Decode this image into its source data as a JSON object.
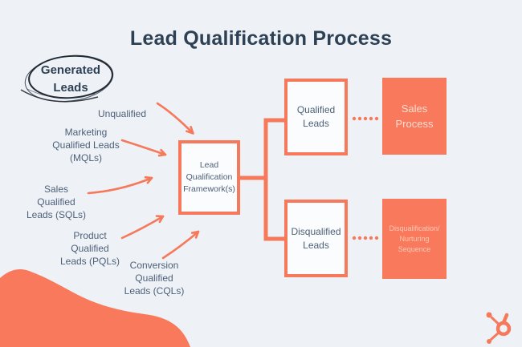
{
  "title": "Lead Qualification Process",
  "generated_leads": {
    "label": "Generated\nLeads"
  },
  "sources": {
    "unqualified": {
      "label": "Unqualified"
    },
    "mql": {
      "label": "Marketing\nQualified Leads\n(MQLs)"
    },
    "sql": {
      "label": "Sales\nQualified\nLeads (SQLs)"
    },
    "pql": {
      "label": "Product\nQualified\nLeads (PQLs)"
    },
    "cql": {
      "label": "Conversion\nQualified\nLeads (CQLs)"
    }
  },
  "framework": {
    "label": "Lead\nQualification\nFramework(s)"
  },
  "outcomes": {
    "qualified": {
      "label": "Qualified\nLeads"
    },
    "disqualified": {
      "label": "Disqualified\nLeads"
    }
  },
  "destinations": {
    "sales_process": {
      "label": "Sales\nProcess"
    },
    "nurturing": {
      "label": "Disqualification/\nNurturing\nSequence"
    }
  },
  "icons": {
    "logo": "hubspot-sprocket-logo"
  },
  "colors": {
    "background": "#eef2f7",
    "orange": "#f6795b",
    "solid_box": "#f8795c",
    "title_navy": "#2e4154",
    "label_slate": "#4d6077",
    "box_fill": "#fbfcfe",
    "sketch_ink": "#232c36",
    "sales_text": "#fbddd4",
    "nurture_text": "#ffc9b3"
  }
}
